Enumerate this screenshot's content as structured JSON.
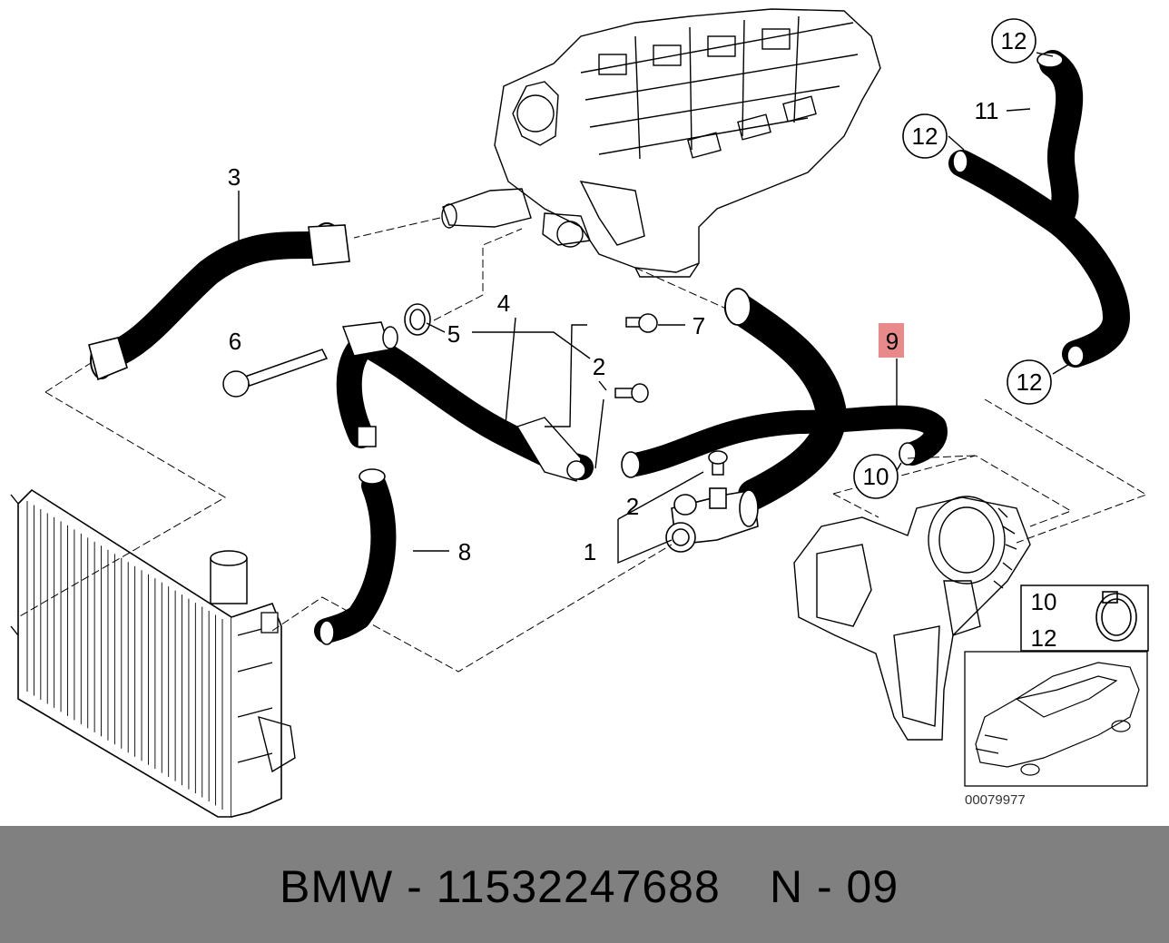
{
  "callouts": {
    "c1": "1",
    "c2a": "2",
    "c2b": "2",
    "c3": "3",
    "c4": "4",
    "c5": "5",
    "c6": "6",
    "c7": "7",
    "c8": "8",
    "c9": "9",
    "c10": "10",
    "c11": "11",
    "c12a": "12",
    "c12b": "12",
    "c12c": "12"
  },
  "highlight_color": "#e88a8a",
  "legend_box": {
    "top": "10",
    "bottom": "12"
  },
  "diagram_id": "00079977",
  "footer": {
    "part_text": "BMW - 11532247688",
    "position_text": "N - 09"
  }
}
